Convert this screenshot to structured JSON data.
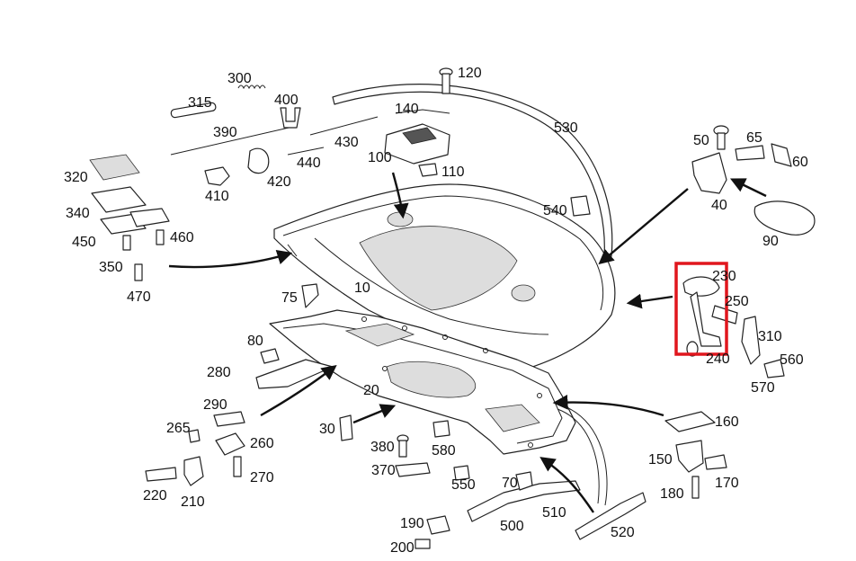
{
  "highlight_color": "#e0161d",
  "callouts": [
    "10",
    "20",
    "30",
    "40",
    "50",
    "60",
    "65",
    "70",
    "75",
    "80",
    "90",
    "100",
    "110",
    "120",
    "140",
    "150",
    "160",
    "170",
    "180",
    "190",
    "200",
    "210",
    "220",
    "230",
    "240",
    "250",
    "260",
    "265",
    "270",
    "280",
    "290",
    "300",
    "310",
    "315",
    "320",
    "340",
    "350",
    "370",
    "380",
    "390",
    "400",
    "410",
    "420",
    "430",
    "440",
    "450",
    "460",
    "470",
    "500",
    "510",
    "520",
    "530",
    "540",
    "550",
    "560",
    "570",
    "580"
  ]
}
